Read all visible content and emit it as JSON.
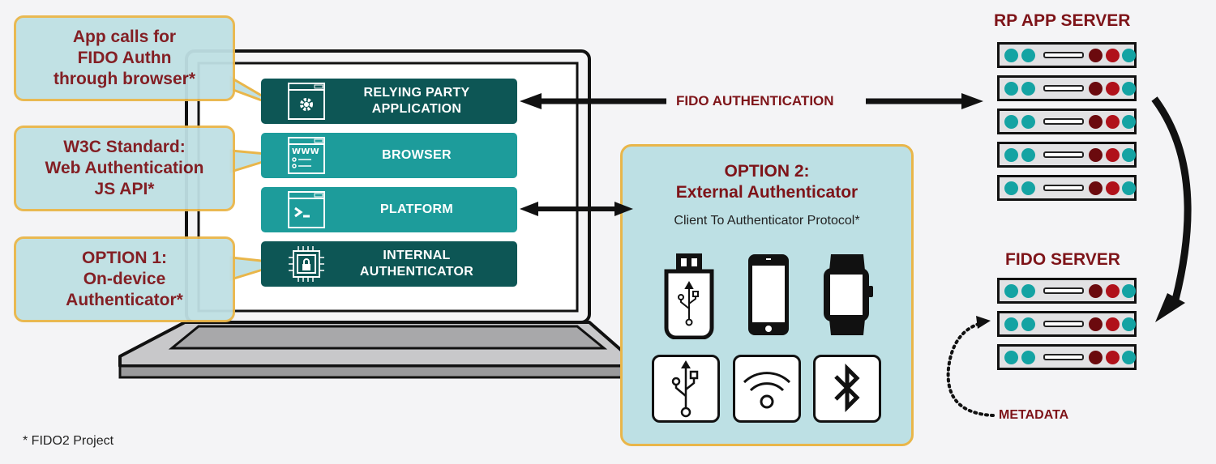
{
  "callouts": [
    {
      "text": "App calls for FIDO Authn through browser*",
      "lines": [
        "App calls for",
        "FIDO Authn",
        "through browser*"
      ]
    },
    {
      "text": "W3C Standard: Web Authentication JS API*",
      "lines": [
        "W3C Standard:",
        "Web Authentication",
        "JS API*"
      ]
    },
    {
      "text": "OPTION 1: On-device Authenticator*",
      "lines": [
        "OPTION 1:",
        "On-device",
        "Authenticator*"
      ]
    }
  ],
  "laptop_layers": [
    {
      "lines": [
        "RELYING PARTY",
        "APPLICATION"
      ],
      "icon": "gear-window-icon",
      "style": "dark"
    },
    {
      "lines": [
        "BROWSER"
      ],
      "icon": "www-window-icon",
      "style": "teal"
    },
    {
      "lines": [
        "PLATFORM"
      ],
      "icon": "terminal-window-icon",
      "style": "teal"
    },
    {
      "lines": [
        "INTERNAL",
        "AUTHENTICATOR"
      ],
      "icon": "chip-lock-icon",
      "style": "dark"
    }
  ],
  "fido_auth_label": "FIDO AUTHENTICATION",
  "option2": {
    "title_line1": "OPTION 2:",
    "title_line2": "External Authenticator",
    "subtitle": "Client To Authenticator Protocol*",
    "devices": [
      "usb-key-icon",
      "smartphone-icon",
      "smartwatch-icon"
    ],
    "transports": [
      "usb-icon",
      "nfc-wireless-icon",
      "bluetooth-icon"
    ]
  },
  "rp_server": {
    "label": "RP APP SERVER",
    "units": 5
  },
  "fido_server": {
    "label": "FIDO SERVER",
    "units": 3
  },
  "metadata_label": "METADATA",
  "footnote": "* FIDO2 Project",
  "colors": {
    "accent_red": "#7e1419",
    "dark_teal": "#0d5655",
    "teal": "#1d9c9b",
    "callout_bg": "#bfe0e4",
    "callout_border": "#e9b64a",
    "led_teal": "#14a3a3",
    "led_darkred": "#6b0a0e",
    "led_red": "#b0111a"
  }
}
